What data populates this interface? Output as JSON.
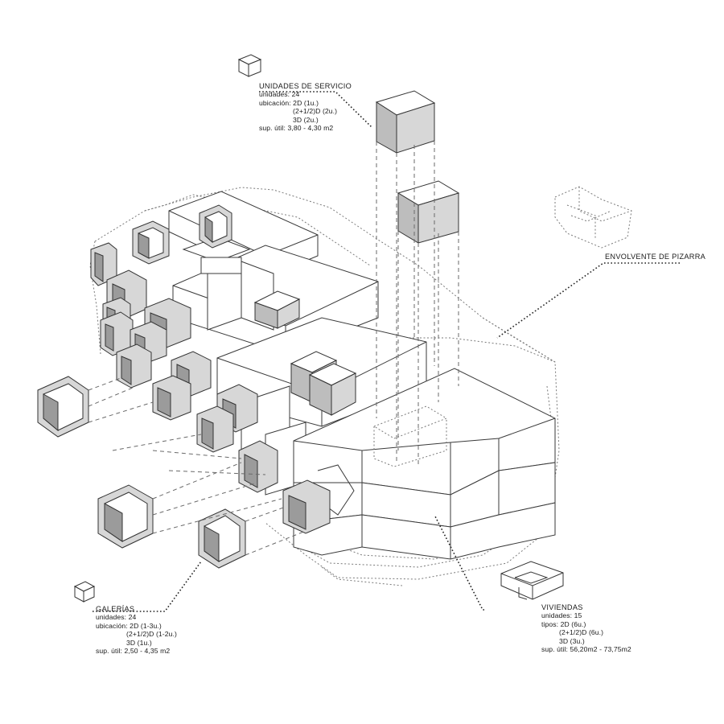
{
  "labels": {
    "servicio": {
      "title": "UNIDADES DE SERVICIO",
      "lines": [
        "unidades: 24",
        "ubicación: 2D (1u.)",
        "(2+1/2)D (2u.)",
        "3D (2u.)",
        "sup. útil: 3,80 - 4,30 m2"
      ]
    },
    "envolvente": {
      "title": "ENVOLVENTE DE PIZARRA"
    },
    "galerias": {
      "title": "GALERÍAS",
      "lines": [
        "unidades: 24",
        "ubicación: 2D (1-3u.)",
        "(2+1/2)D (1-2u.)",
        "3D (1u.)",
        "sup. útil: 2,50 - 4,35 m2"
      ]
    },
    "viviendas": {
      "title": "VIVIENDAS",
      "lines": [
        "unidades: 15",
        "tipos: 2D (6u.)",
        "(2+1/2)D (6u.)",
        "3D (3u.)",
        "sup. útil: 56,20m2 - 73,75m2"
      ]
    }
  },
  "colors": {
    "ink": "#3a3a3a",
    "face_dark": "#9a9a9a",
    "face_mid": "#b9b9b9",
    "face_light": "#d6d6d6",
    "dotted": "#7a7a7a"
  },
  "icons": [
    "cube-icon",
    "building-volume-icon",
    "apartment-unit-icon"
  ]
}
